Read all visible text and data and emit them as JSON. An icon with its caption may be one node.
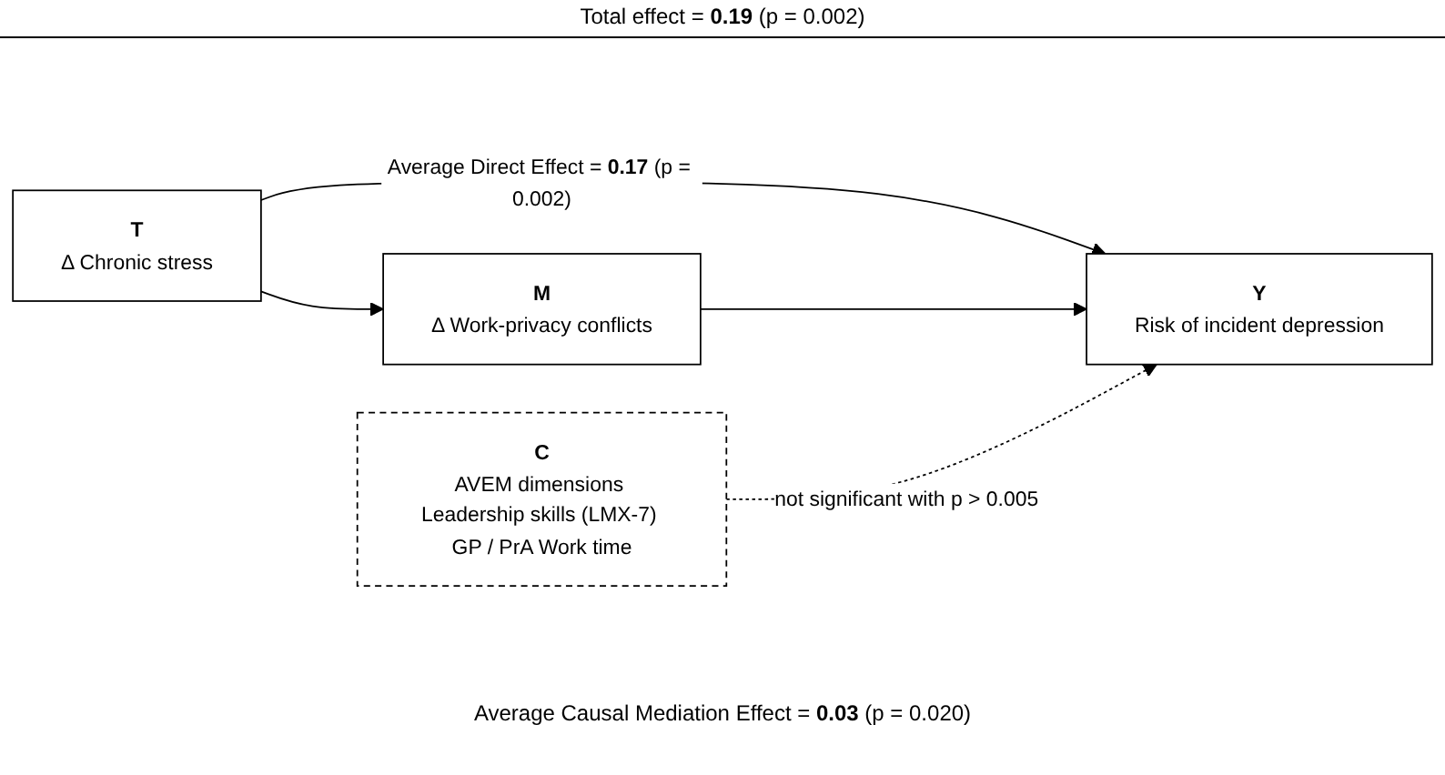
{
  "diagram": {
    "title": "Total effect = **0.19** (p = 0.002)",
    "caption": "Average Causal Mediation Effect = **0.03** (p = 0.020)",
    "nodes": [
      {
        "text": [
          "T",
          "Δ Chronic stress"
        ]
      },
      {
        "text": [
          "Y",
          "Risk of incident depression"
        ]
      },
      {
        "text": [
          "M",
          "Δ  Work-privacy conflicts"
        ]
      },
      {
        "text": [
          "C",
          "AVEM dimensions Leadership skills (LMX-7) GP / PrA Work time"
        ]
      }
    ],
    "edges": [
      {
        "from": 0,
        "to": 1,
        "arrow": "to",
        "label": "Average Direct Effect = **0.17** (p = 0.002)"
      },
      {
        "from": 0,
        "to": 2,
        "arrow": "to"
      },
      {
        "from": 2,
        "to": 1,
        "arrow": "to"
      },
      {
        "from": 3,
        "to": 1,
        "arrow": "to",
        "style": "dashed",
        "label": "not significant with p > 0.005"
      }
    ]
  }
}
